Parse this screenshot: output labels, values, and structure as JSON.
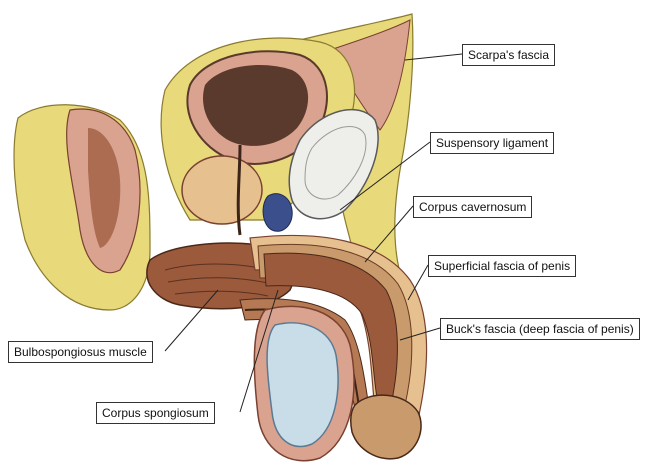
{
  "colors": {
    "fat_yellow": "#e8d97a",
    "muscle_brown": "#9b5a3c",
    "erectile_tan": "#c89a6c",
    "bladder_dark": "#5a3a2c",
    "testis_blue": "#c9dde9",
    "bone_white": "#eeeeea",
    "vessel_blue": "#3a4f8c",
    "skin_pink": "#d9a38f",
    "leader_line": "#222222"
  },
  "labels": {
    "scarpa": "Scarpa's fascia",
    "suspensory": "Suspensory ligament",
    "cavernosum": "Corpus cavernosum",
    "superficial": "Superficial fascia of penis",
    "bucks": "Buck's fascia (deep fascia of penis)",
    "bulbospongiosus": "Bulbospongiosus muscle",
    "spongiosum": "Corpus spongiosum"
  }
}
